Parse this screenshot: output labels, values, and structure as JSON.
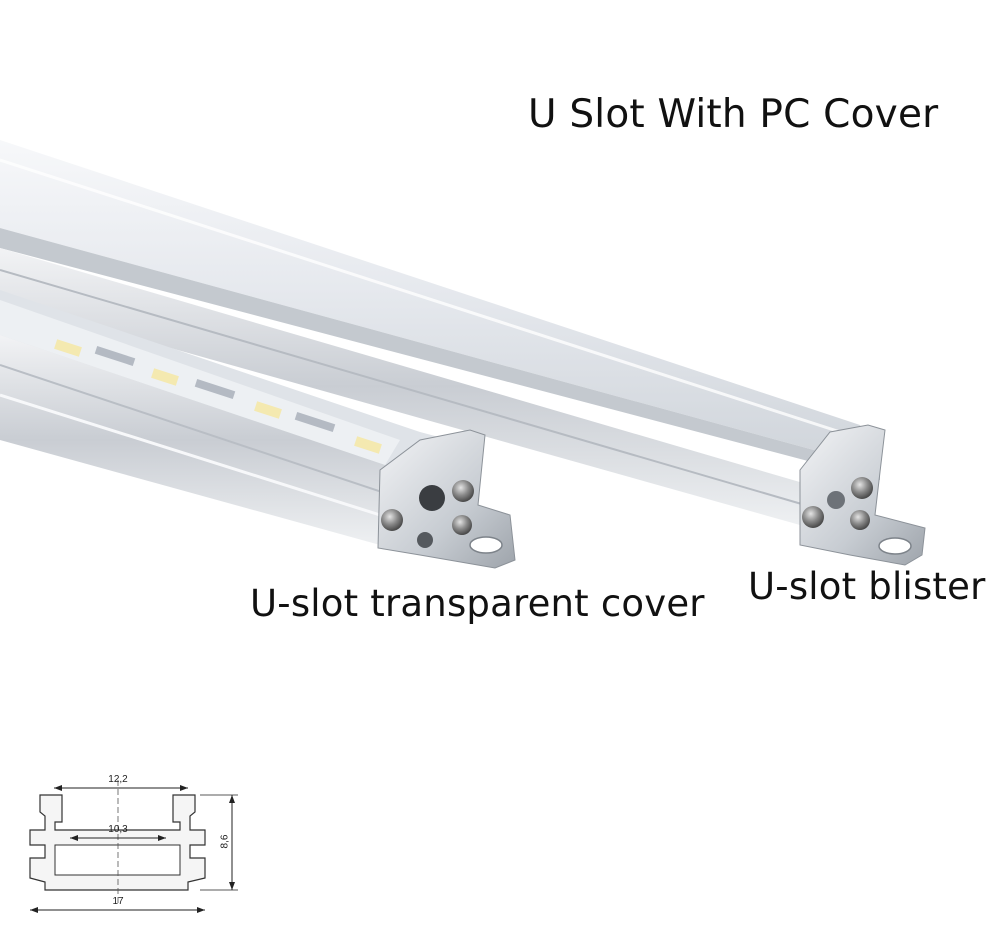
{
  "title": "U Slot With PC Cover",
  "labels": {
    "transparent_cover": "U-slot transparent cover",
    "blister": "U-slot blister"
  },
  "diagram": {
    "top_width": "12,2",
    "inner_width": "10,3",
    "bottom_width": "17",
    "height": "8,6"
  },
  "colors": {
    "aluminum": "#d9dde2",
    "cover": "#eef1f5",
    "led_chip": "#f4e9b0",
    "screw": "#6b6b6b"
  }
}
